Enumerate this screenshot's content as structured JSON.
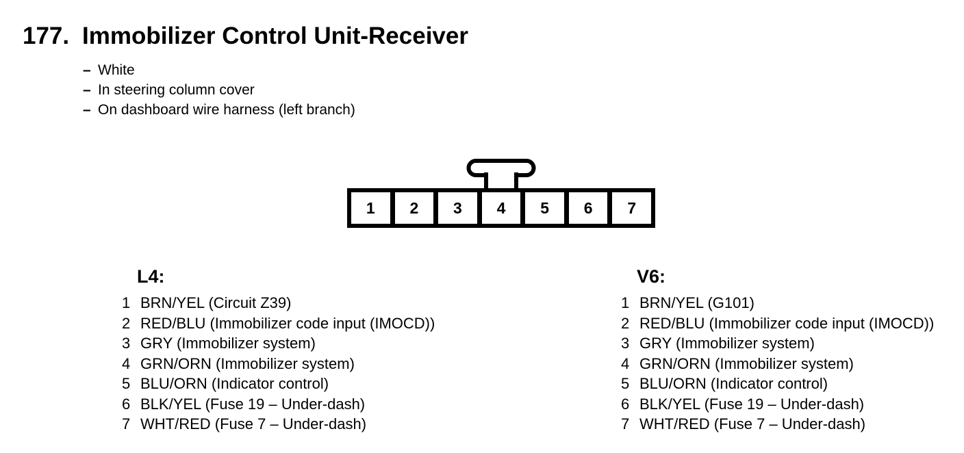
{
  "page": {
    "section_number": "177.",
    "title": "Immobilizer Control Unit-Receiver",
    "note_dash": "–",
    "notes": [
      "White",
      "In steering column cover",
      "On dashboard wire harness (left branch)"
    ]
  },
  "connector": {
    "pins": [
      "1",
      "2",
      "3",
      "4",
      "5",
      "6",
      "7"
    ]
  },
  "pinouts": [
    {
      "heading": "L4:",
      "rows": [
        {
          "pin": "1",
          "desc": "BRN/YEL (Circuit Z39)"
        },
        {
          "pin": "2",
          "desc": "RED/BLU (Immobilizer code input (IMOCD))"
        },
        {
          "pin": "3",
          "desc": "GRY (Immobilizer system)"
        },
        {
          "pin": "4",
          "desc": "GRN/ORN (Immobilizer system)"
        },
        {
          "pin": "5",
          "desc": "BLU/ORN (Indicator control)"
        },
        {
          "pin": "6",
          "desc": "BLK/YEL (Fuse 19 – Under-dash)"
        },
        {
          "pin": "7",
          "desc": "WHT/RED (Fuse 7 – Under-dash)"
        }
      ]
    },
    {
      "heading": "V6:",
      "rows": [
        {
          "pin": "1",
          "desc": "BRN/YEL (G101)"
        },
        {
          "pin": "2",
          "desc": "RED/BLU (Immobilizer code input (IMOCD))"
        },
        {
          "pin": "3",
          "desc": "GRY (Immobilizer system)"
        },
        {
          "pin": "4",
          "desc": "GRN/ORN (Immobilizer system)"
        },
        {
          "pin": "5",
          "desc": "BLU/ORN (Indicator control)"
        },
        {
          "pin": "6",
          "desc": "BLK/YEL (Fuse 19 – Under-dash)"
        },
        {
          "pin": "7",
          "desc": "WHT/RED (Fuse 7 – Under-dash)"
        }
      ]
    }
  ]
}
